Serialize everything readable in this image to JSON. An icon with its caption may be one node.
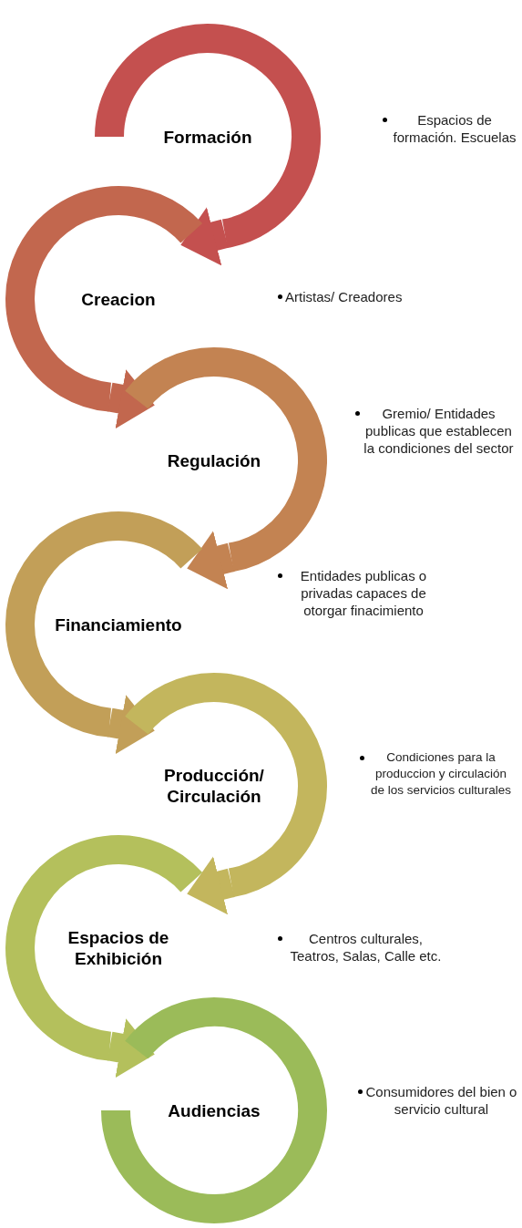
{
  "diagram": {
    "nodes": [
      {
        "text": [
          "Formación"
        ]
      },
      {
        "text": [
          "Creacion"
        ]
      },
      {
        "text": [
          "Regulación"
        ]
      },
      {
        "text": [
          "Financiamiento"
        ]
      },
      {
        "text": [
          "Producción/ Circulación"
        ]
      },
      {
        "text": [
          "Espacios de Exhibición"
        ]
      },
      {
        "text": [
          "Audiencias"
        ]
      }
    ],
    "edges": [
      {
        "from": 0,
        "to": 1,
        "arrow": "to",
        "color": "#c4504f"
      },
      {
        "from": 1,
        "to": 2,
        "arrow": "to",
        "color": "#c2674e"
      },
      {
        "from": 2,
        "to": 3,
        "arrow": "to",
        "color": "#c38352"
      },
      {
        "from": 3,
        "to": 4,
        "arrow": "to",
        "color": "#c29f58"
      },
      {
        "from": 4,
        "to": 5,
        "arrow": "to",
        "color": "#c3b65d"
      },
      {
        "from": 5,
        "to": 6,
        "arrow": "to",
        "color": "#b4c05c"
      }
    ],
    "labels": [
      "Espacios de formación. Escuelas",
      "Artistas/ Creadores",
      "Gremio/ Entidades publicas que establecen la condiciones del sector",
      "Entidades publicas o privadas capaces de otorgar finacimiento",
      "Condiciones para la produccion y circulación de los servicios culturales",
      "Centros culturales, Teatros, Salas, Calle etc.",
      "Consumidores del bien o servicio cultural"
    ]
  }
}
